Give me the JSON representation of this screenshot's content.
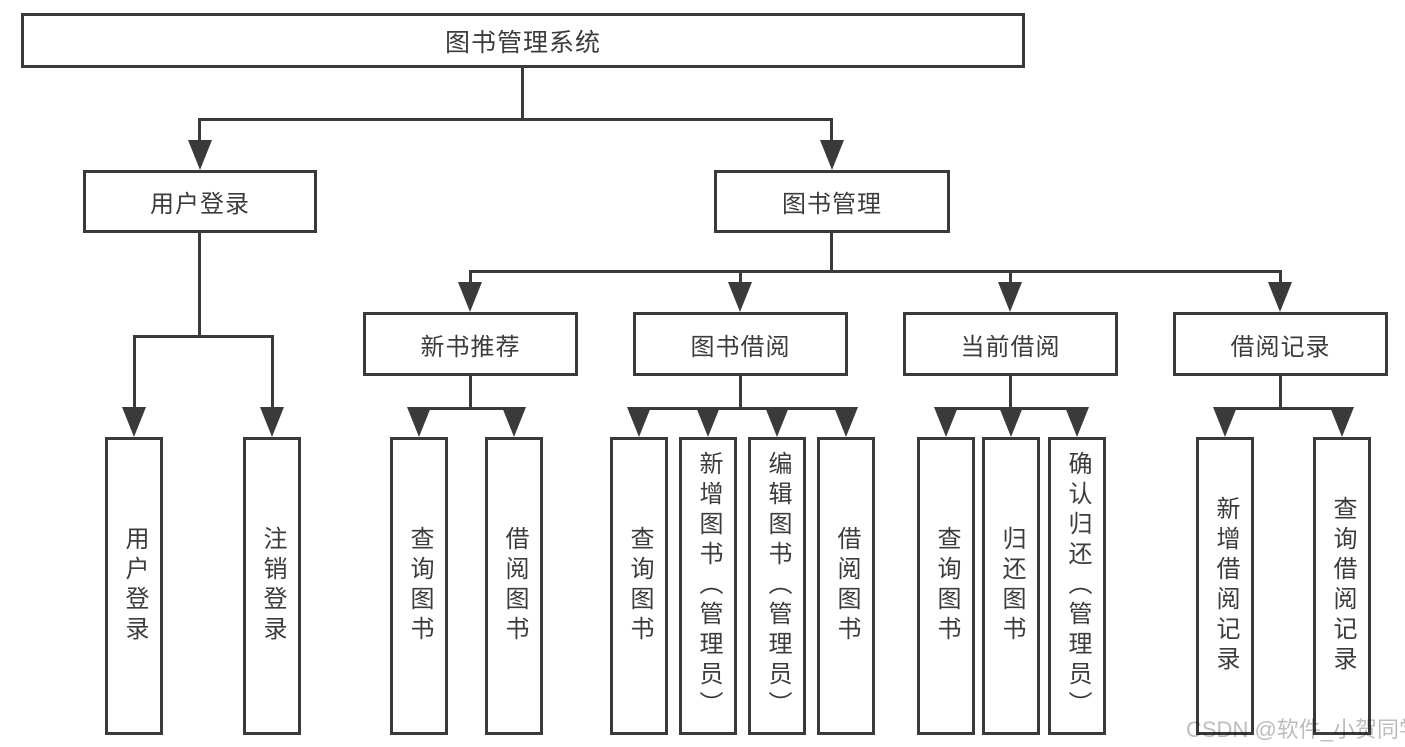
{
  "tree": {
    "root": {
      "label": "图书管理系统"
    },
    "branches": [
      {
        "label": "用户登录",
        "children": [
          {
            "label": "用户登录"
          },
          {
            "label": "注销登录"
          }
        ]
      },
      {
        "label": "图书管理",
        "children": [
          {
            "label": "新书推荐",
            "children": [
              {
                "label": "查询图书"
              },
              {
                "label": "借阅图书"
              }
            ]
          },
          {
            "label": "图书借阅",
            "children": [
              {
                "label": "查询图书"
              },
              {
                "label": "新增图书（管理员）"
              },
              {
                "label": "编辑图书（管理员）"
              },
              {
                "label": "借阅图书"
              }
            ]
          },
          {
            "label": "当前借阅",
            "children": [
              {
                "label": "查询图书"
              },
              {
                "label": "归还图书"
              },
              {
                "label": "确认归还（管理员）"
              }
            ]
          },
          {
            "label": "借阅记录",
            "children": [
              {
                "label": "新增借阅记录"
              },
              {
                "label": "查询借阅记录"
              }
            ]
          }
        ]
      }
    ]
  },
  "watermark": {
    "text": "CSDN @软件_小贺同学"
  },
  "colors": {
    "line": "#3a3a3a",
    "text": "#3c3c3c",
    "background": "#ffffff",
    "watermark": "#bdbdbd"
  }
}
